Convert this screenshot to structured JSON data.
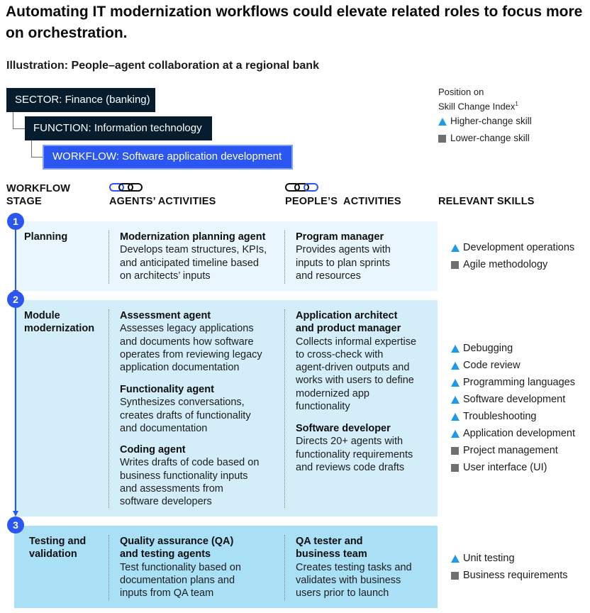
{
  "title": "Automating IT modernization workflows could elevate related roles to focus more on orchestration.",
  "subtitle": "Illustration: People–agent collaboration at a regional bank",
  "hierarchy": {
    "sector": "SECTOR: Finance (banking)",
    "function": "FUNCTION: Information technology",
    "workflow": "WORKFLOW: Software application development"
  },
  "legend": {
    "heading_line1": "Position on",
    "heading_line2": "Skill Change Index",
    "heading_footnote": "1",
    "higher": "Higher-change skill",
    "lower": "Lower-change skill"
  },
  "colors": {
    "accent_blue": "#2c56f2",
    "dark_navy": "#071c2d",
    "higher_change": "#1f9ae8",
    "lower_change": "#6f6f6f",
    "band_planning": "#eaf6fd",
    "band_module": "#d4eef9",
    "band_testing": "#a9e0f6"
  },
  "columns": {
    "stage_line1": "WORKFLOW",
    "stage_line2": "STAGE",
    "agents": "AGENTS’ ACTIVITIES",
    "people": "PEOPLE’S  ACTIVITIES",
    "skills": "RELEVANT SKILLS",
    "agents_icon": "chain-link-icon",
    "people_icon": "chain-link-icon"
  },
  "stages": [
    {
      "number": "1",
      "name": "Planning",
      "agents": [
        {
          "name": "Modernization planning agent",
          "desc": "Develops team structures, KPIs,\nand anticipated timeline based\non architects’ inputs"
        }
      ],
      "people": [
        {
          "name": "Program manager",
          "desc": "Provides agents with\ninputs to plan sprints\nand resources"
        }
      ],
      "skills": [
        {
          "label": "Development operations",
          "level": "higher"
        },
        {
          "label": "Agile methodology",
          "level": "lower"
        }
      ]
    },
    {
      "number": "2",
      "name": "Module\nmodernization",
      "agents": [
        {
          "name": "Assessment agent",
          "desc": "Assesses legacy applications\nand documents how software\noperates from reviewing legacy\napplication documentation"
        },
        {
          "name": "Functionality agent",
          "desc": "Synthesizes conversations,\ncreates drafts of functionality\nand documentation"
        },
        {
          "name": "Coding agent",
          "desc": "Writes drafts of code based on\nbusiness functionality inputs\nand assessments from\nsoftware developers"
        }
      ],
      "people": [
        {
          "name": "Application architect\nand product manager",
          "desc": "Collects informal expertise\nto cross-check with\nagent-driven outputs and\nworks with users to define\nmodernized app\nfunctionality"
        },
        {
          "name": "Software developer",
          "desc": "Directs 20+ agents with\nfunctionality requirements\nand reviews code drafts"
        }
      ],
      "skills": [
        {
          "label": "Debugging",
          "level": "higher"
        },
        {
          "label": "Code review",
          "level": "higher"
        },
        {
          "label": "Programming languages",
          "level": "higher"
        },
        {
          "label": "Software development",
          "level": "higher"
        },
        {
          "label": "Troubleshooting",
          "level": "higher"
        },
        {
          "label": "Application development",
          "level": "higher"
        },
        {
          "label": "Project management",
          "level": "lower"
        },
        {
          "label": "User interface (UI)",
          "level": "lower"
        }
      ]
    },
    {
      "number": "3",
      "name": "Testing and\nvalidation",
      "agents": [
        {
          "name": "Quality assurance (QA)\nand testing agents",
          "desc": "Test functionality based on\ndocumentation plans and\ninputs from QA team"
        }
      ],
      "people": [
        {
          "name": "QA tester and\nbusiness team",
          "desc": "Creates testing tasks and\nvalidates with business\nusers prior to launch"
        }
      ],
      "skills": [
        {
          "label": "Unit testing",
          "level": "higher"
        },
        {
          "label": "Business requirements",
          "level": "lower"
        }
      ]
    }
  ]
}
